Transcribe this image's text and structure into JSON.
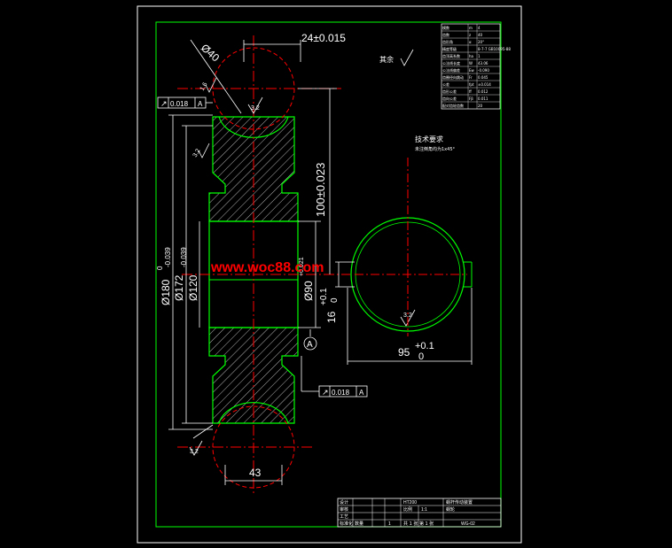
{
  "colors": {
    "background": "#000000",
    "frame": "#ffffff",
    "border": "#00ff00",
    "centerline": "#ff0000",
    "section": "#00ff00",
    "text": "#ffffff",
    "watermark": "#ff0000"
  },
  "dimensions": {
    "width_top": "24±0.015",
    "dia_40": "Ø40",
    "dist_100": "100±0.023",
    "dia_180": "Ø180",
    "dia_180_tol_upper": "0",
    "dia_180_tol_lower": "-0.039",
    "dia_172": "Ø172",
    "dia_172_tol_lower": "-0.039",
    "dia_120": "Ø120",
    "dia_90": "Ø90",
    "dia_90_tol": "+0.021",
    "bore_depth": "16",
    "bore_depth_tol_upper": "+0.1",
    "bore_depth_tol_lower": "0",
    "bore_width": "95",
    "bore_width_tol_upper": "+0.1",
    "bore_width_tol_lower": "0",
    "hub_width": "43"
  },
  "roughness": {
    "r1": "1.6",
    "r2": "3.2",
    "r3": "3.2",
    "r4": "3.2",
    "r5": "3.2",
    "r6": "3.2",
    "others": "其余"
  },
  "tolerance_frames": {
    "top": {
      "symbol": "↗",
      "value": "0.018",
      "datum": "A"
    },
    "bottom": {
      "symbol": "↗",
      "value": "0.018",
      "datum": "A"
    }
  },
  "datum": {
    "label": "A"
  },
  "tech_requirements": {
    "title": "技术要求",
    "line1": "未注倒角均为1x45°"
  },
  "watermark": "www.woc88.com",
  "param_table": {
    "rows": [
      {
        "name": "模数",
        "symbol": "m",
        "value": "4"
      },
      {
        "name": "齿数",
        "symbol": "z",
        "value": "40"
      },
      {
        "name": "齿形角",
        "symbol": "α",
        "value": "20°"
      },
      {
        "name": "精度等级",
        "symbol": "",
        "value": "8-7-7 GB10095-88"
      },
      {
        "name": "齿顶高系数",
        "symbol": "ha",
        "value": "1"
      },
      {
        "name": "公法线长度",
        "symbol": "W",
        "value": "43.06"
      },
      {
        "name": "公法线偏差",
        "symbol": "Ew",
        "value": "-0.090"
      },
      {
        "name": "齿圈径向跳动",
        "symbol": "Fr",
        "value": "0.045"
      },
      {
        "name": "公差",
        "symbol": "fpt",
        "value": "±0.014"
      },
      {
        "name": "齿形公差",
        "symbol": "ff",
        "value": "0.012"
      },
      {
        "name": "齿向公差",
        "symbol": "Fβ",
        "value": "0.011"
      },
      {
        "name": "配对齿轮齿数",
        "symbol": "",
        "value": "20"
      }
    ]
  },
  "title_block": {
    "c1": "设计",
    "c2": "审核",
    "c3": "工艺",
    "c4": "标准化",
    "material": "HT200",
    "part_name": "蜗杆传动装置",
    "drawing_name": "蜗轮",
    "scale_label": "比例",
    "scale": "1:1",
    "sheet": "共 1 张 第 1 张",
    "drawing_no": "WG-02",
    "qty_label": "数量",
    "qty": "1"
  }
}
